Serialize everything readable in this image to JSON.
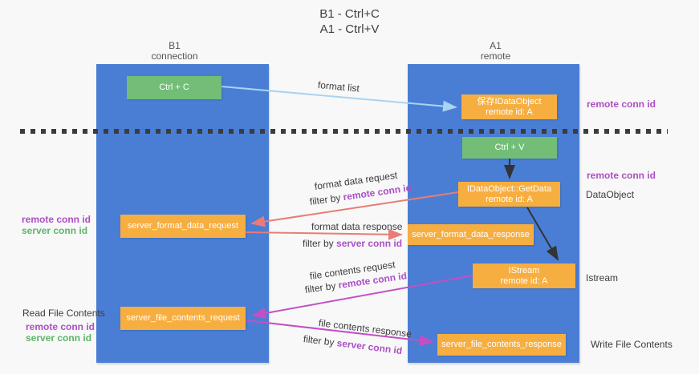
{
  "title": {
    "line1": "B1 - Ctrl+C",
    "line2": "A1 - Ctrl+V"
  },
  "lanes": {
    "left": {
      "title": "B1",
      "subtitle": "connection"
    },
    "right": {
      "title": "A1",
      "subtitle": "remote"
    }
  },
  "nodes": {
    "ctrl_c": {
      "label": "Ctrl + C"
    },
    "save_dataobject": {
      "line1": "保存IDataObject",
      "line2": "remote id: A"
    },
    "ctrl_v": {
      "label": "Ctrl + V"
    },
    "getdata": {
      "line1": "IDataObject::GetData",
      "line2": "remote id: A"
    },
    "format_request": {
      "label": "server_format_data_request"
    },
    "format_response": {
      "label": "server_format_data_response"
    },
    "istream": {
      "line1": "IStream",
      "line2": "remote id: A"
    },
    "file_request": {
      "label": "server_file_contents_request"
    },
    "file_response": {
      "label": "server_file_contents_response"
    }
  },
  "flows": {
    "format_list": {
      "label": "format list"
    },
    "format_data_request": {
      "label": "format data request",
      "filter_prefix": "filter by ",
      "filter_key": "remote conn id"
    },
    "format_data_response": {
      "label": "format data response",
      "filter_prefix": "filter by ",
      "filter_key": "server conn id"
    },
    "file_contents_request": {
      "label": "file contents request",
      "filter_prefix": "filter by ",
      "filter_key": "remote conn id"
    },
    "file_contents_response": {
      "label": "file contents response",
      "filter_prefix": "filter by ",
      "filter_key": "server conn id"
    }
  },
  "annotations": {
    "remote_conn_id_top": "remote conn id",
    "remote_conn_id_mid": "remote conn id",
    "dataobject": "DataObject",
    "istream": "Istream",
    "write_file_contents": "Write File Contents",
    "read_file_contents": "Read File Contents",
    "left_top": {
      "remote": "remote conn id",
      "server": "server conn id"
    },
    "left_bottom": {
      "remote": "remote conn id",
      "server": "server conn id"
    }
  },
  "colors": {
    "lane_blue": "#4A7ED4",
    "node_green": "#72BE76",
    "node_orange": "#F7AE40",
    "key_purple": "#AC4FC4",
    "key_green": "#5CB567",
    "arrow_red": "#E87C76",
    "arrow_magenta": "#C44FC4",
    "arrow_light_blue": "#A9D3F2",
    "arrow_black": "#333333",
    "background": "#F8F8F8"
  }
}
